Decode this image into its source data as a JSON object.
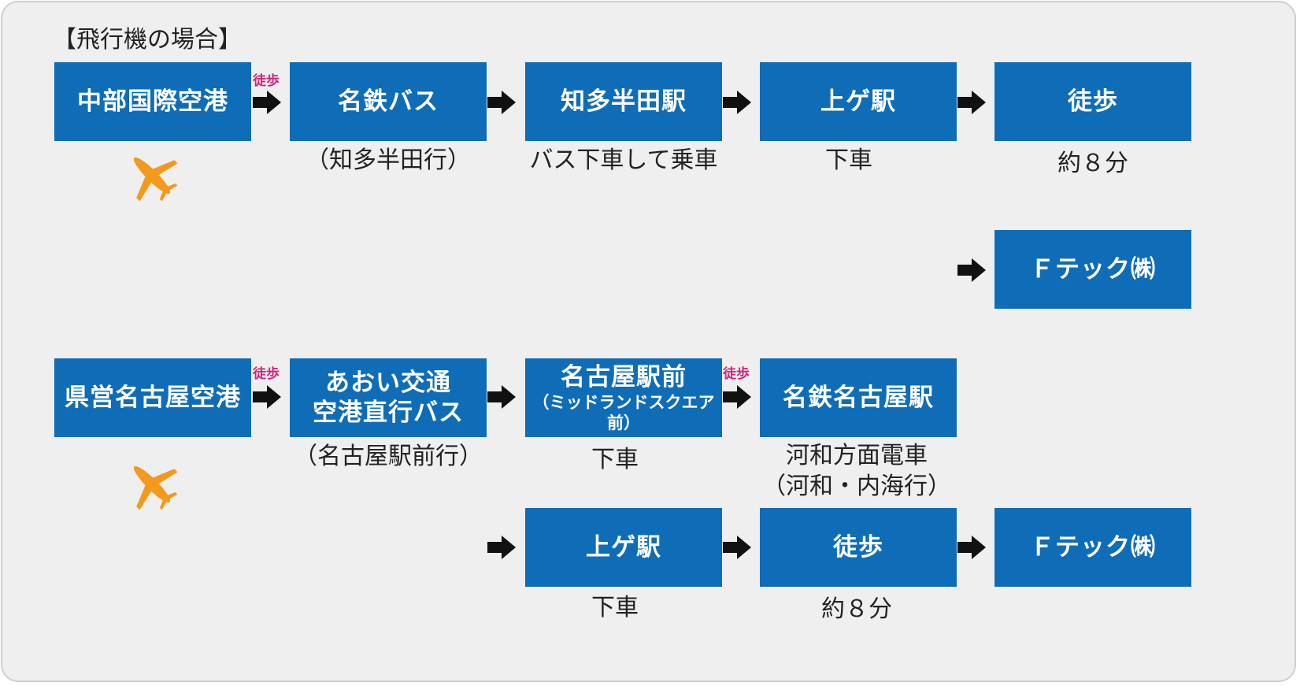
{
  "title": "【飛行機の場合】",
  "colors": {
    "box": "#0f6db8",
    "walk_label": "#d6237a",
    "plane": "#f39a1e",
    "arrow": "#111111"
  },
  "icons": [
    "airplane-icon",
    "arrow-right-icon"
  ],
  "walk_label": "徒歩",
  "route1": {
    "boxes": [
      "中部国際空港",
      "名鉄バス",
      "知多半田駅",
      "上ゲ駅",
      "徒歩",
      "Ｆテック㈱"
    ],
    "captions": [
      "（知多半田行）",
      "バス下車して乗車",
      "下車",
      "約８分"
    ]
  },
  "route2": {
    "box1": "県営名古屋空港",
    "box2_line1": "あおい交通",
    "box2_line2": "空港直行バス",
    "box3_line1": "名古屋駅前",
    "box3_line2": "（ミッドランドスクエア前）",
    "box4": "名鉄名古屋駅",
    "box5": "上ゲ駅",
    "box6": "徒歩",
    "box7": "Ｆテック㈱",
    "captions": [
      "（名古屋駅前行）",
      "下車",
      "河和方面電車",
      "（河和・内海行）",
      "下車",
      "約８分"
    ]
  }
}
